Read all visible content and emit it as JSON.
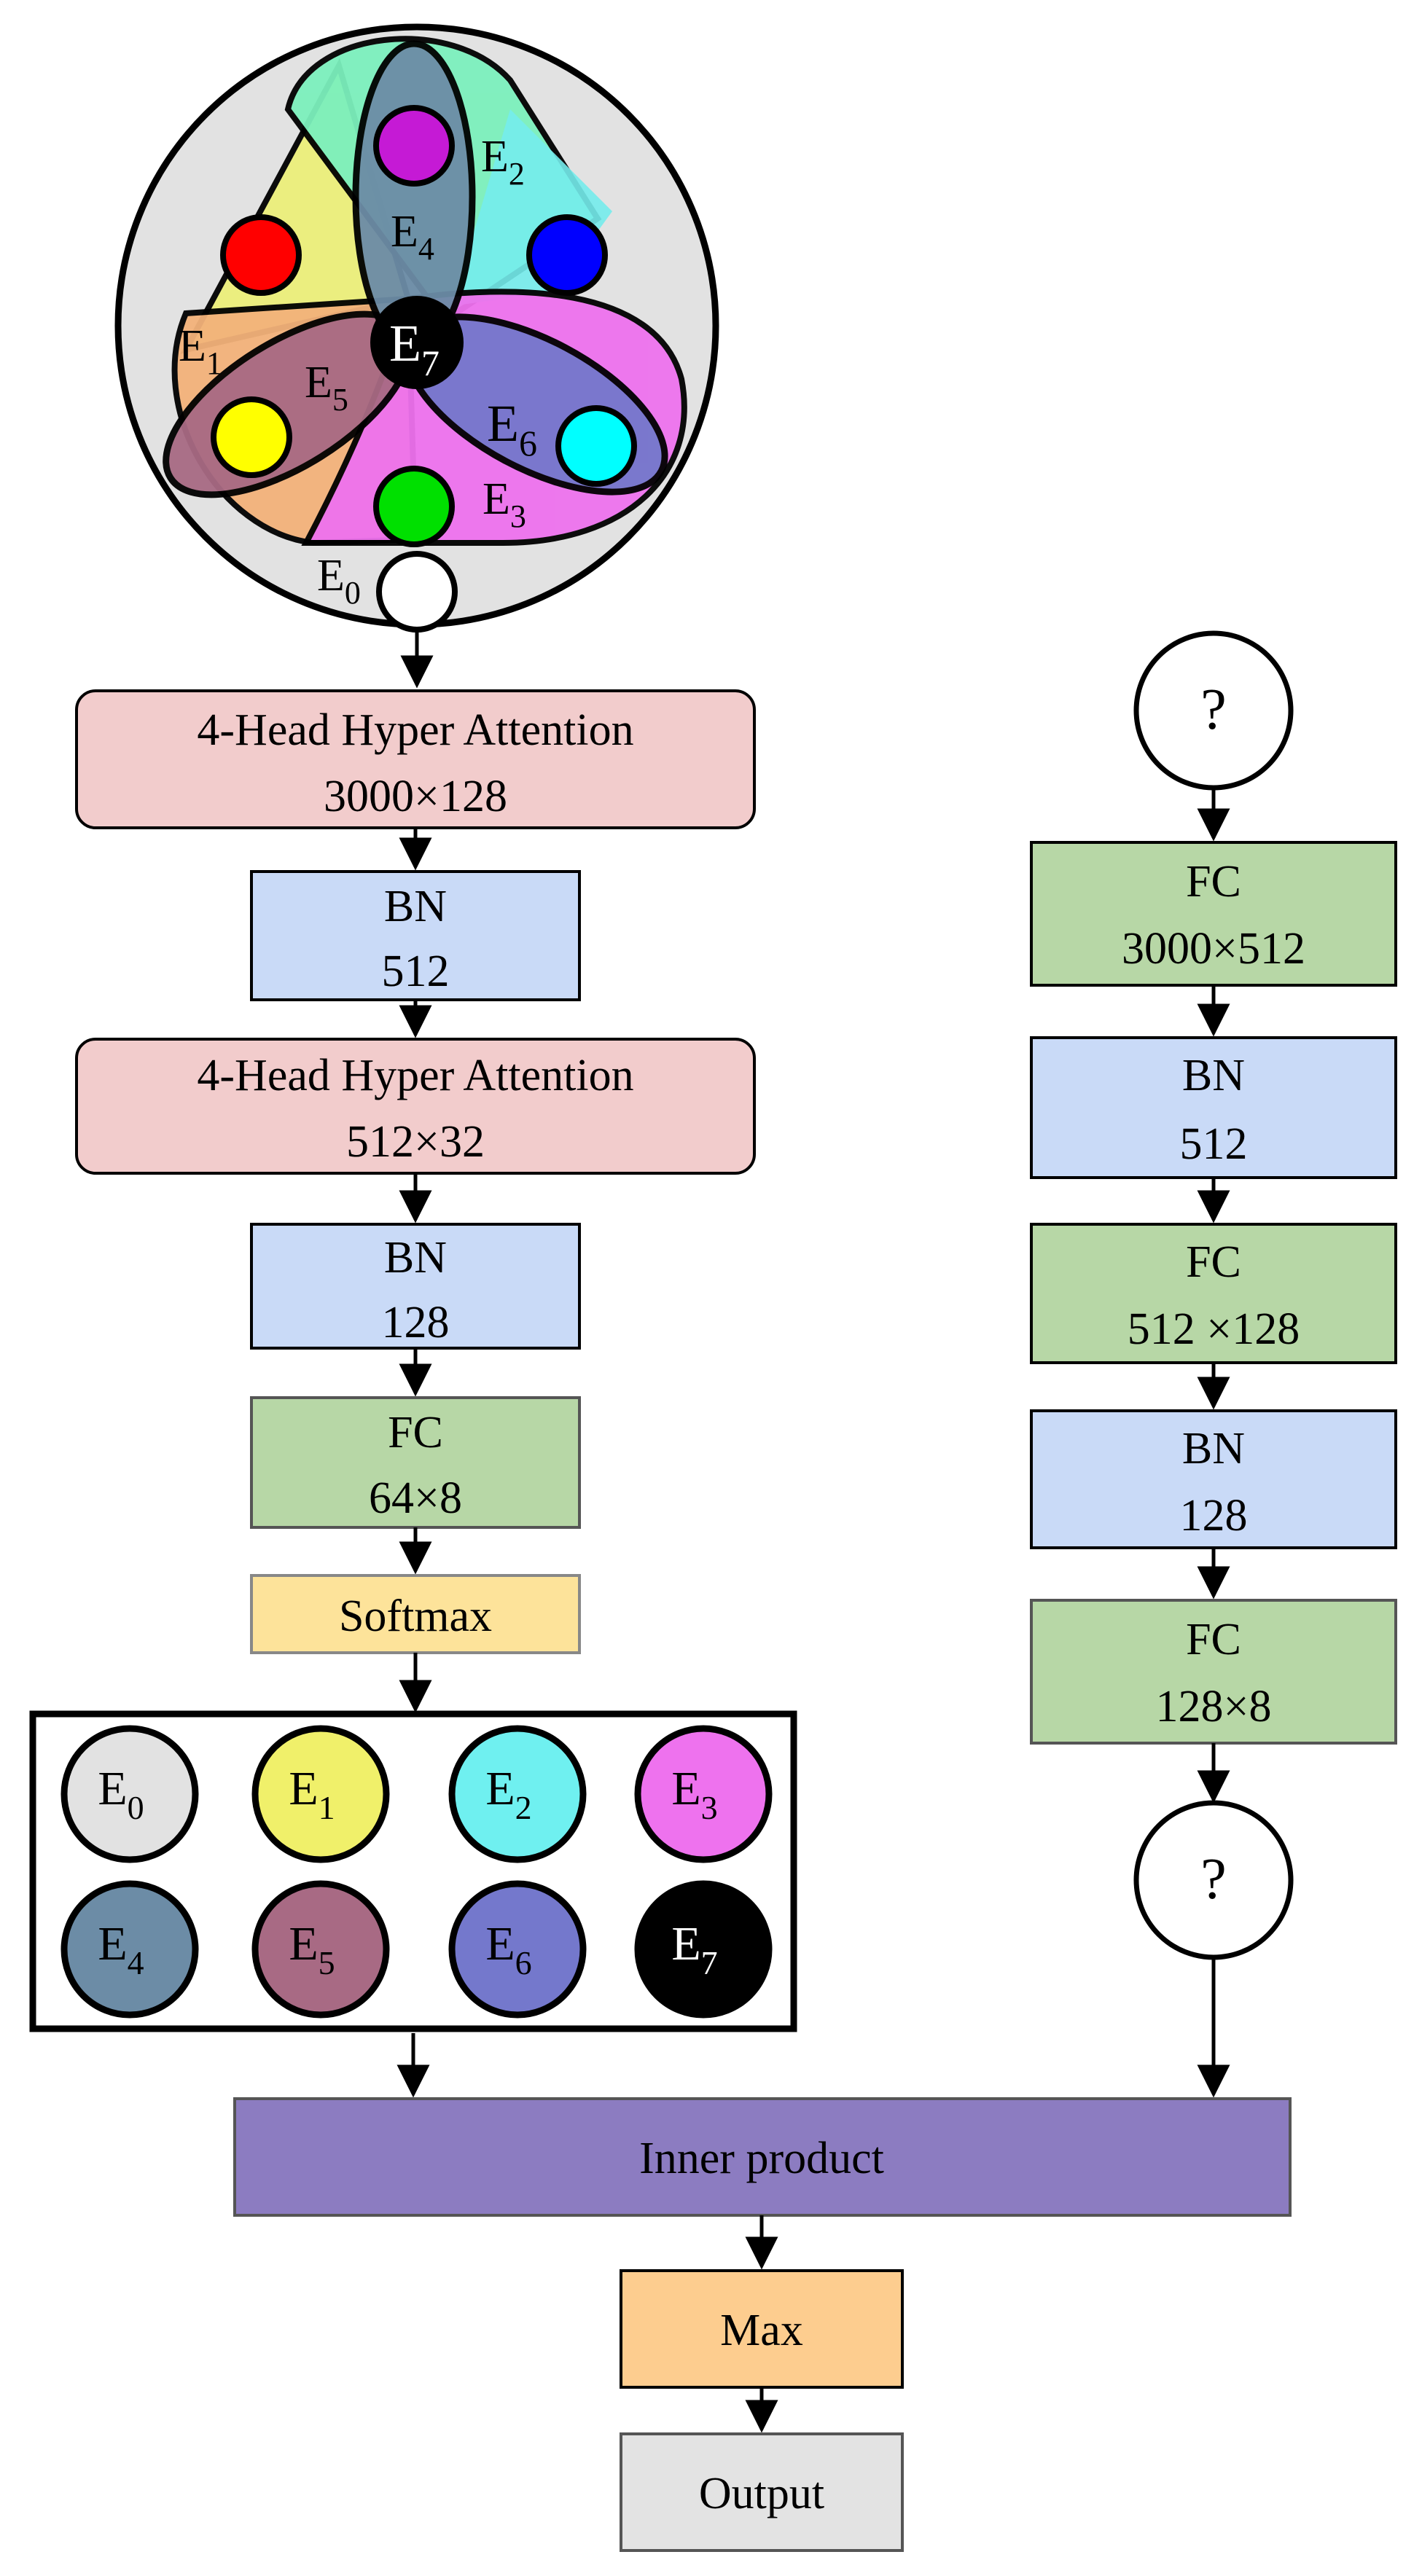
{
  "venn": {
    "labels": {
      "e0": {
        "base": "E",
        "sub": "0"
      },
      "e1": {
        "base": "E",
        "sub": "1"
      },
      "e2": {
        "base": "E",
        "sub": "2"
      },
      "e3": {
        "base": "E",
        "sub": "3"
      },
      "e4": {
        "base": "E",
        "sub": "4"
      },
      "e5": {
        "base": "E",
        "sub": "5"
      },
      "e6": {
        "base": "E",
        "sub": "6"
      },
      "e7": {
        "base": "E",
        "sub": "7"
      }
    },
    "colors": {
      "outer": "#e2e2e2",
      "e1": "#ecef7a",
      "e2": "#7cf0bd",
      "e2_right": "#74ecec",
      "e3": "#ee72ee",
      "e4": "#6c8ca6",
      "e5": "#a86a84",
      "e6": "#7478cc",
      "e1_lower": "#f3b27a",
      "e7": "#000000",
      "dot_red": "#ff0000",
      "dot_blue": "#0000ff",
      "dot_purple": "#c51ad5",
      "dot_yellow": "#ffff00",
      "dot_green": "#00e000",
      "dot_cyan": "#00ffff",
      "dot_white": "#ffffff"
    }
  },
  "left_column": {
    "attn1": {
      "title": "4-Head Hyper Attention",
      "dims": "3000×128"
    },
    "bn1": {
      "title": "BN",
      "dims": "512"
    },
    "attn2": {
      "title": "4-Head Hyper Attention",
      "dims": "512×32"
    },
    "bn2": {
      "title": "BN",
      "dims": "128"
    },
    "fc": {
      "title": "FC",
      "dims": "64×8"
    },
    "softmax": {
      "title": "Softmax"
    }
  },
  "experts": [
    {
      "base": "E",
      "sub": "0",
      "fill": "#e2e2e2",
      "text_color": "#000000"
    },
    {
      "base": "E",
      "sub": "1",
      "fill": "#f0f06a",
      "text_color": "#000000"
    },
    {
      "base": "E",
      "sub": "2",
      "fill": "#6ff0f0",
      "text_color": "#000000"
    },
    {
      "base": "E",
      "sub": "3",
      "fill": "#ee72ee",
      "text_color": "#000000"
    },
    {
      "base": "E",
      "sub": "4",
      "fill": "#6c8ca6",
      "text_color": "#000000"
    },
    {
      "base": "E",
      "sub": "5",
      "fill": "#a86a84",
      "text_color": "#000000"
    },
    {
      "base": "E",
      "sub": "6",
      "fill": "#7478cc",
      "text_color": "#000000"
    },
    {
      "base": "E",
      "sub": "7",
      "fill": "#000000",
      "text_color": "#ffffff"
    }
  ],
  "right_column": {
    "input_symbol": "?",
    "fc1": {
      "title": "FC",
      "dims": "3000×512"
    },
    "bn1": {
      "title": "BN",
      "dims": "512"
    },
    "fc2": {
      "title": "FC",
      "dims": "512 ×128"
    },
    "bn2": {
      "title": "BN",
      "dims": "128"
    },
    "fc3": {
      "title": "FC",
      "dims": "128×8"
    },
    "output_symbol": "?"
  },
  "bottom": {
    "inner_product": "Inner product",
    "max": "Max",
    "output": "Output"
  },
  "colors": {
    "attention": "#f2cccc",
    "bn": "#c9daf7",
    "fc": "#b7d7a6",
    "softmax": "#fde39a",
    "inner_product": "#8c7cc1",
    "max": "#fdcd8f",
    "output": "#e3e3e3"
  }
}
